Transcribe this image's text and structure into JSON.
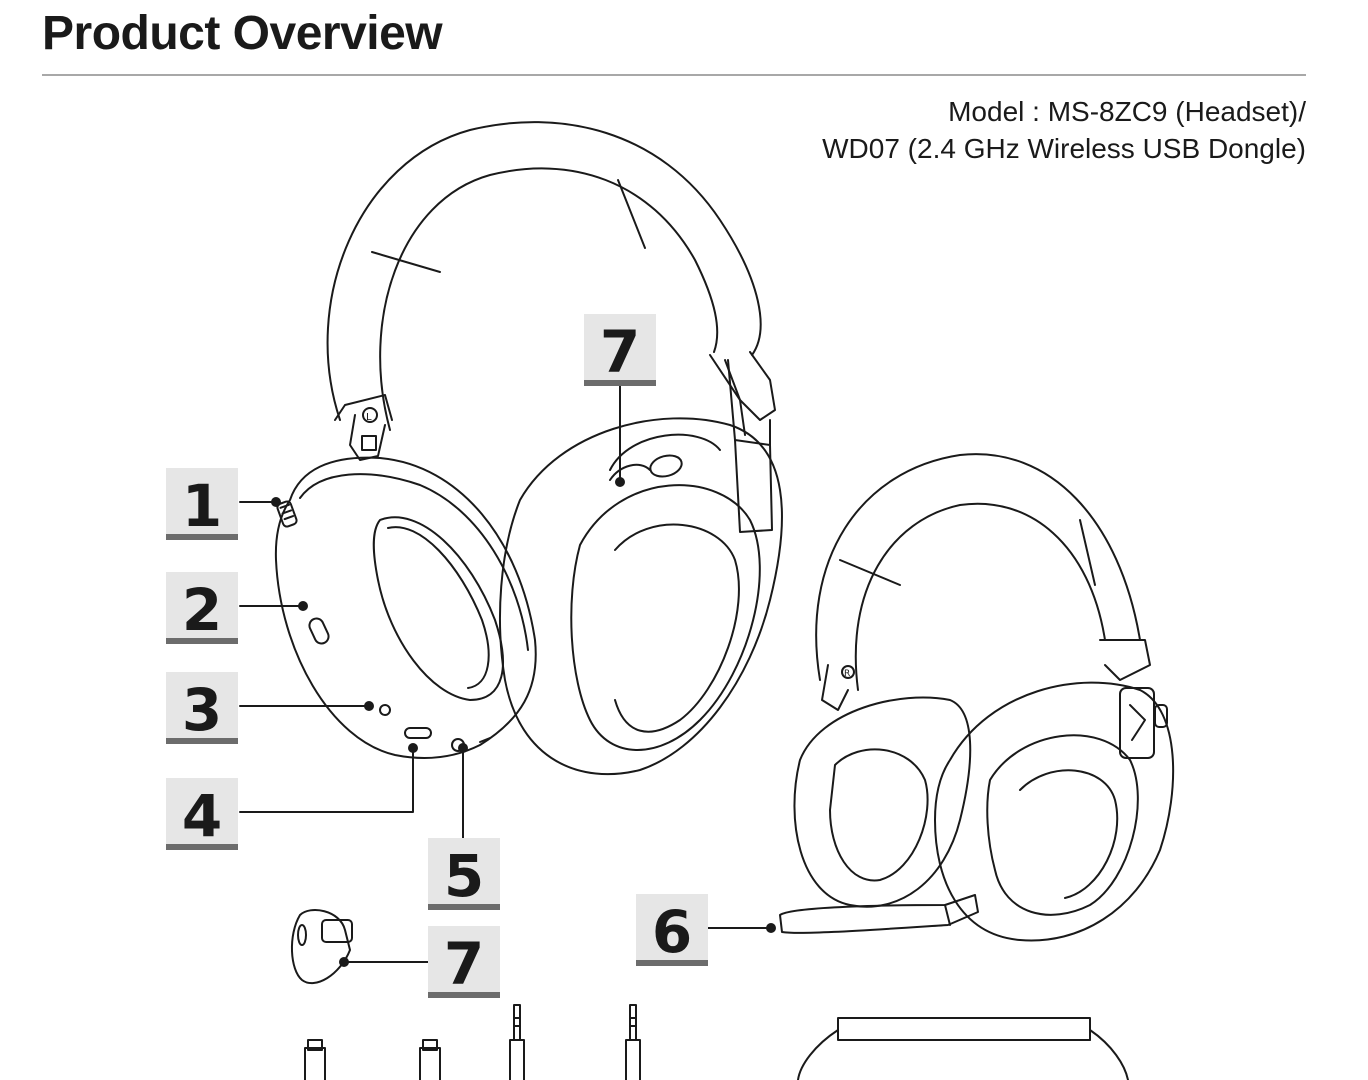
{
  "page": {
    "title": "Product Overview",
    "model_line1": "Model : MS-8ZC9 (Headset)/",
    "model_line2": "WD07 (2.4 GHz Wireless USB Dongle)"
  },
  "callouts": [
    {
      "id": "1",
      "label": "1"
    },
    {
      "id": "2",
      "label": "2"
    },
    {
      "id": "3",
      "label": "3"
    },
    {
      "id": "4",
      "label": "4"
    },
    {
      "id": "5",
      "label": "5"
    },
    {
      "id": "6",
      "label": "6"
    },
    {
      "id": "7a",
      "label": "7"
    },
    {
      "id": "7b",
      "label": "7"
    }
  ],
  "headset_markings": {
    "left_mark": "L",
    "right_mark": "R"
  }
}
